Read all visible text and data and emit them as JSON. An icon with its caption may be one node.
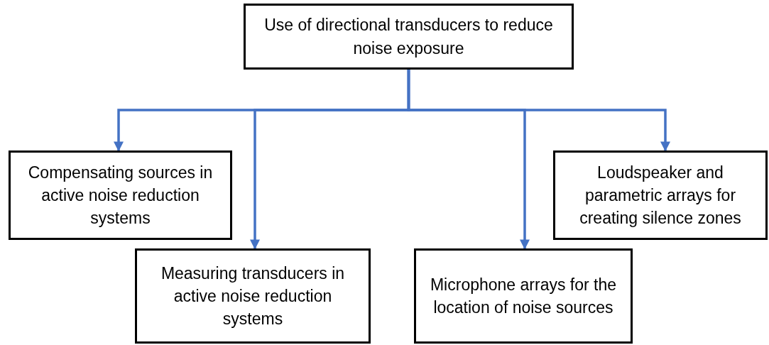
{
  "diagram": {
    "nodes": [
      {
        "text": [
          "Use of directional transducers to reduce noise exposure"
        ]
      },
      {
        "text": [
          "Compensating sources in active noise reduction systems"
        ]
      },
      {
        "text": [
          "Measuring transducers in active noise reduction systems"
        ]
      },
      {
        "text": [
          "Microphone arrays for the location of noise sources"
        ]
      },
      {
        "text": [
          "Loudspeaker and parametric arrays for creating silence zones"
        ]
      }
    ],
    "edges": [
      {
        "from": 0,
        "to": 1,
        "arrow": "to",
        "color": "#4472c4"
      },
      {
        "from": 0,
        "to": 2,
        "arrow": "to",
        "color": "#4472c4"
      },
      {
        "from": 0,
        "to": 3,
        "arrow": "to",
        "color": "#4472c4"
      },
      {
        "from": 0,
        "to": 4,
        "arrow": "to",
        "color": "#4472c4"
      }
    ]
  }
}
